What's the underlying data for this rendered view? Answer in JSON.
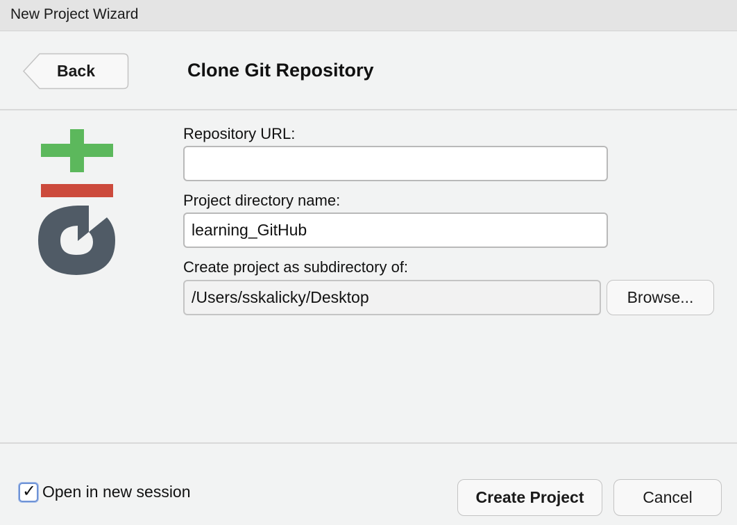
{
  "window": {
    "title": "New Project Wizard"
  },
  "header": {
    "back_label": "Back",
    "heading": "Clone Git Repository"
  },
  "logo": {
    "icon": "git-logo-icon",
    "colors": {
      "plus": "#5cb85c",
      "minus": "#cc4a3c",
      "g": "#505b66"
    }
  },
  "form": {
    "repo_url_label": "Repository URL:",
    "repo_url_value": "",
    "dir_name_label": "Project directory name:",
    "dir_name_value": "learning_GitHub",
    "subdir_label": "Create project as subdirectory of:",
    "subdir_value": "/Users/sskalicky/Desktop",
    "browse_label": "Browse..."
  },
  "footer": {
    "open_new_session_label": "Open in new session",
    "open_new_session_checked": true,
    "create_label": "Create Project",
    "cancel_label": "Cancel"
  }
}
